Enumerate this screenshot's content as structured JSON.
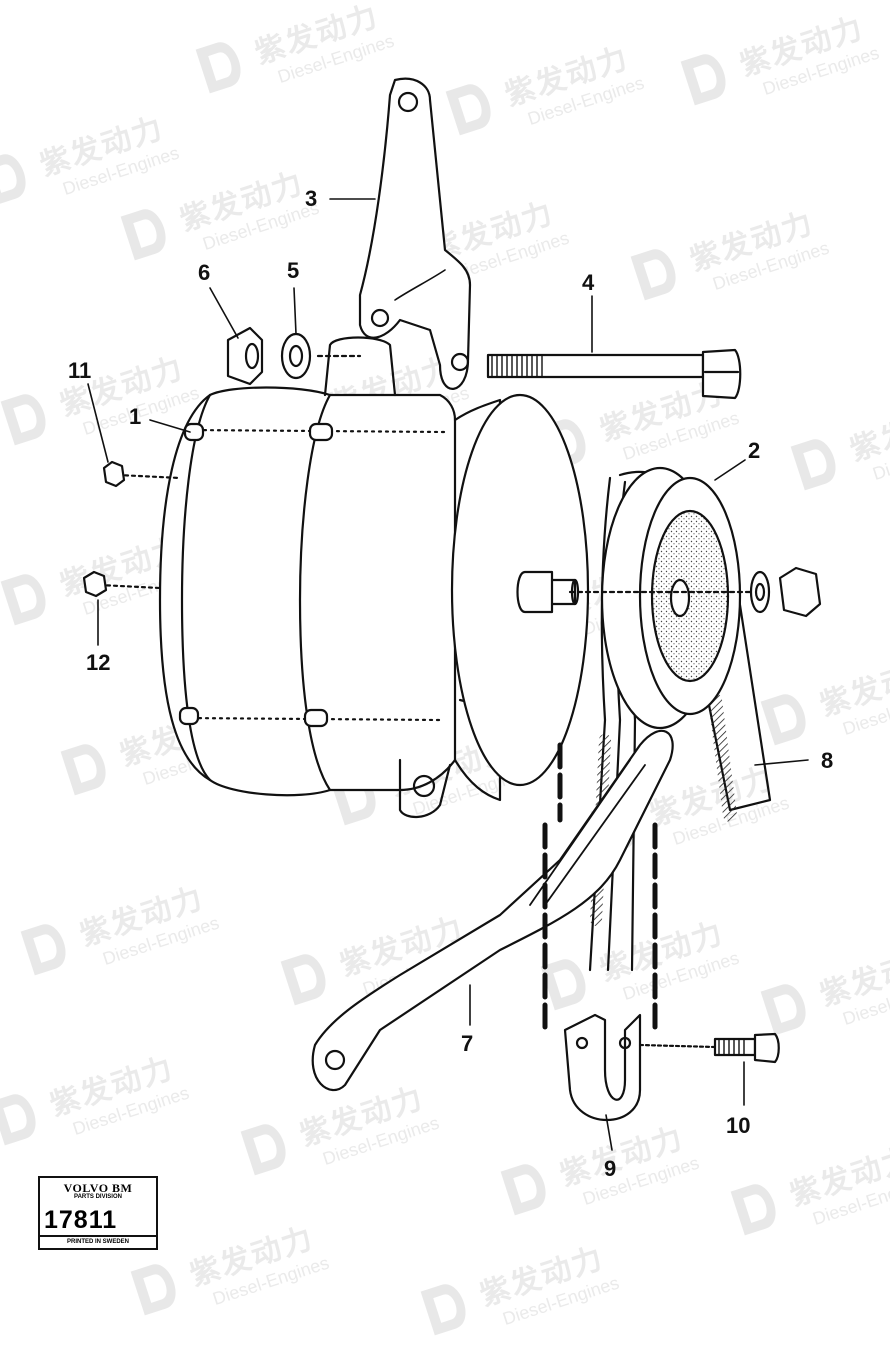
{
  "diagram": {
    "callouts": [
      "1",
      "2",
      "3",
      "4",
      "5",
      "6",
      "7",
      "8",
      "9",
      "10",
      "11",
      "12"
    ]
  },
  "badge": {
    "brand": "VOLVO BM",
    "division": "PARTS DIVISION",
    "number": "17811",
    "printed": "PRINTED IN SWEDEN"
  },
  "watermark": {
    "brand_cn": "紫发动力",
    "brand_en": "Diesel-Engines"
  }
}
